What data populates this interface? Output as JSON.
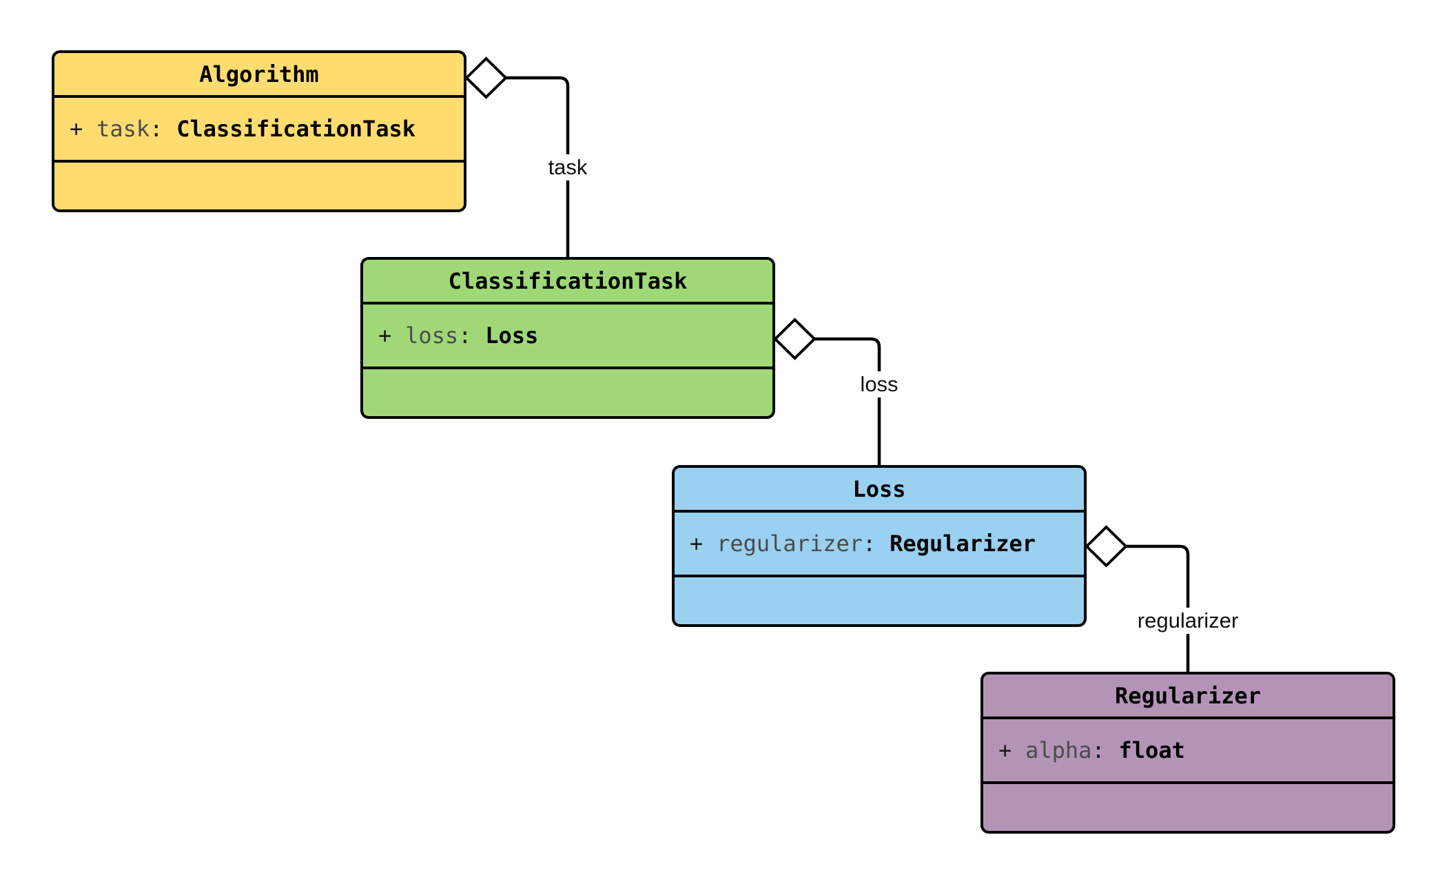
{
  "diagram": {
    "type": "uml-class-diagram",
    "background": "#FFFFFF",
    "stroke_color": "#000000",
    "attribute_name_color": "#4B4B4B",
    "classes": [
      {
        "name": "Algorithm",
        "fill": "#FFDC70",
        "attribute": {
          "visibility": "+",
          "name": "task",
          "colon": ":",
          "type": "ClassificationTask"
        }
      },
      {
        "name": "ClassificationTask",
        "fill": "#A0D878",
        "attribute": {
          "visibility": "+",
          "name": "loss",
          "colon": ":",
          "type": "Loss"
        }
      },
      {
        "name": "Loss",
        "fill": "#9AD0F0",
        "attribute": {
          "visibility": "+",
          "name": "regularizer",
          "colon": ":",
          "type": "Regularizer"
        }
      },
      {
        "name": "Regularizer",
        "fill": "#B394B7",
        "attribute": {
          "visibility": "+",
          "name": "alpha",
          "colon": ":",
          "type": "float"
        }
      }
    ],
    "relations": [
      {
        "label": "task",
        "source": "Algorithm",
        "target": "ClassificationTask",
        "kind": "aggregation"
      },
      {
        "label": "loss",
        "source": "ClassificationTask",
        "target": "Loss",
        "kind": "aggregation"
      },
      {
        "label": "regularizer",
        "source": "Loss",
        "target": "Regularizer",
        "kind": "aggregation"
      }
    ]
  }
}
